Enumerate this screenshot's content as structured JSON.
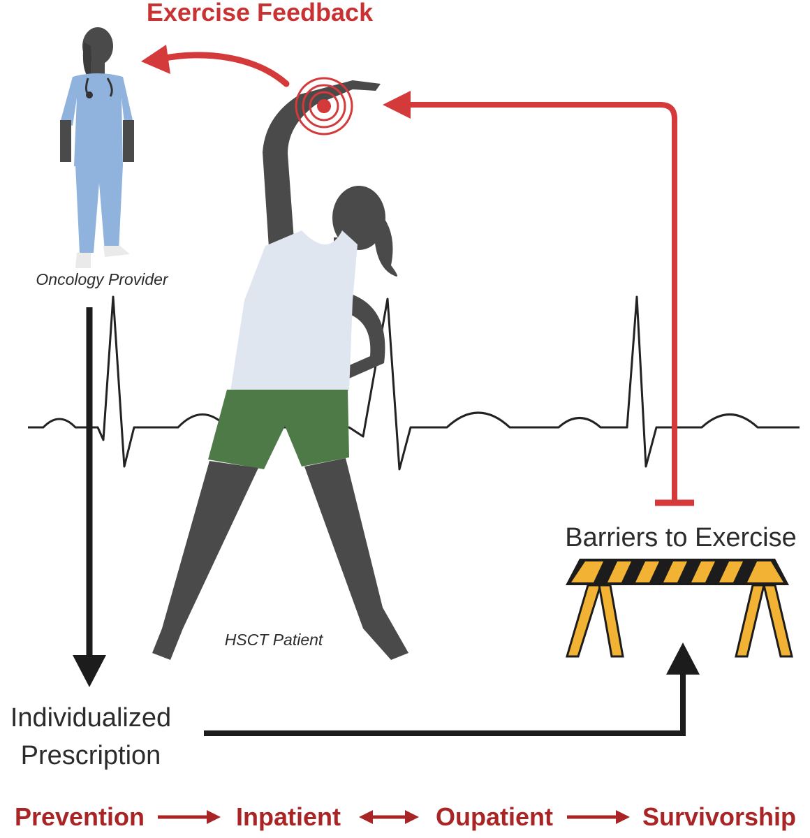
{
  "title": "Exercise Feedback",
  "provider_label": "Oncology Provider",
  "patient_label": "HSCT Patient",
  "barriers_label": "Barriers to Exercise",
  "prescription_label": [
    "Individualized",
    "Prescription"
  ],
  "timeline": [
    "Prevention",
    "Inpatient",
    "Oupatient",
    "Survivorship"
  ],
  "colors": {
    "accent_red": "#d43a3a",
    "timeline_red": "#a92424",
    "dark": "#2b2b2b",
    "scrubs_blue": "#8fb3dd",
    "shorts_green": "#4e7a48",
    "tank_top": "#dfe6ef",
    "barrier_yellow": "#f2b233"
  },
  "icons": [
    "provider-figure-icon",
    "stethoscope-icon",
    "patient-figure-icon",
    "pain-target-icon",
    "barricade-icon",
    "ecg-trace-icon"
  ]
}
